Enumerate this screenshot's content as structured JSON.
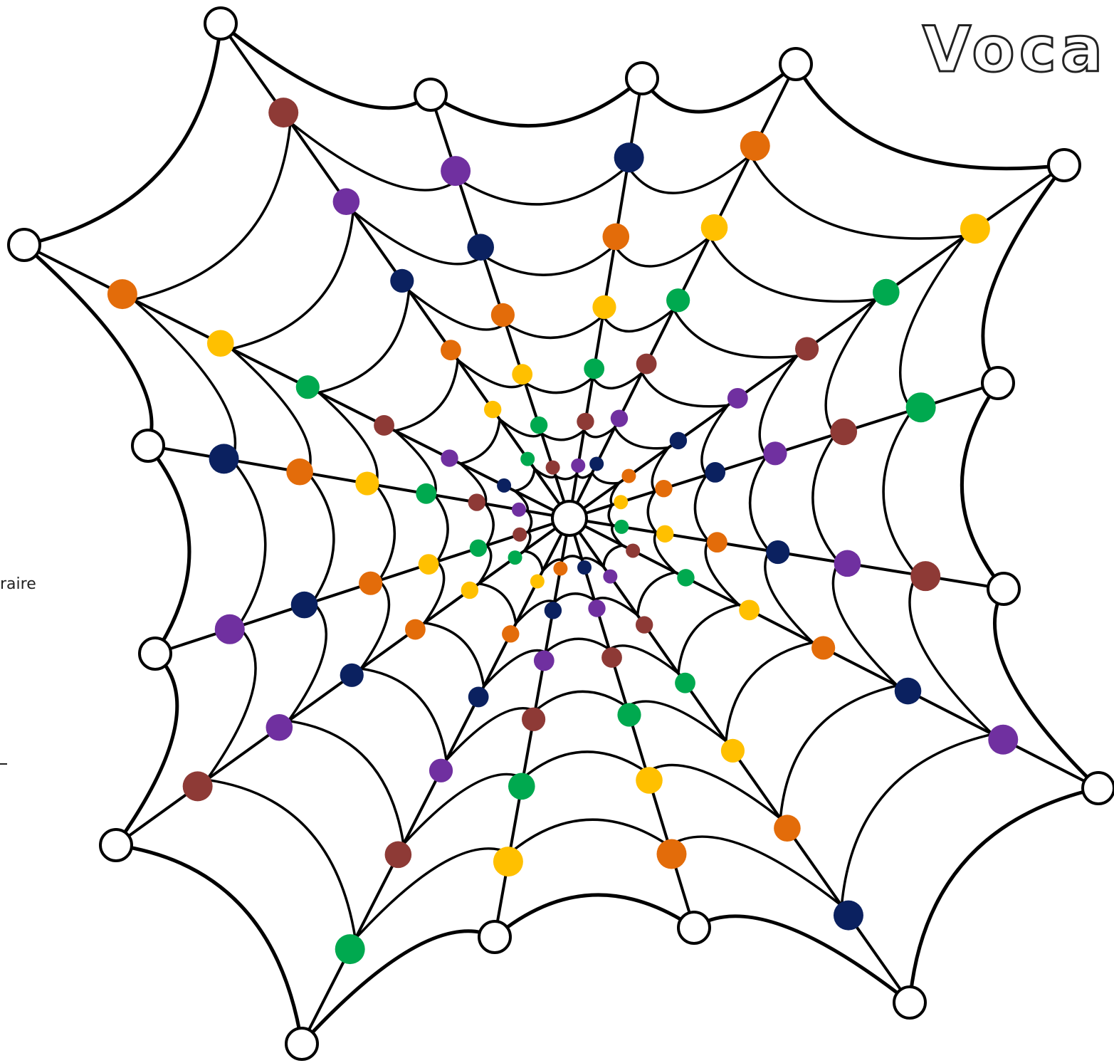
{
  "title": "Voca",
  "side_word": "raire",
  "colors": {
    "green": "#00a94f",
    "brown": "#8e3a36",
    "purple": "#7030a0",
    "navy": "#0b2160",
    "orange": "#e36c0a",
    "yellow": "#ffc000",
    "line": "#000000",
    "node_fill": "#ffffff"
  },
  "dots_legend": [
    "green",
    "brown",
    "purple",
    "navy",
    "orange",
    "yellow"
  ]
}
